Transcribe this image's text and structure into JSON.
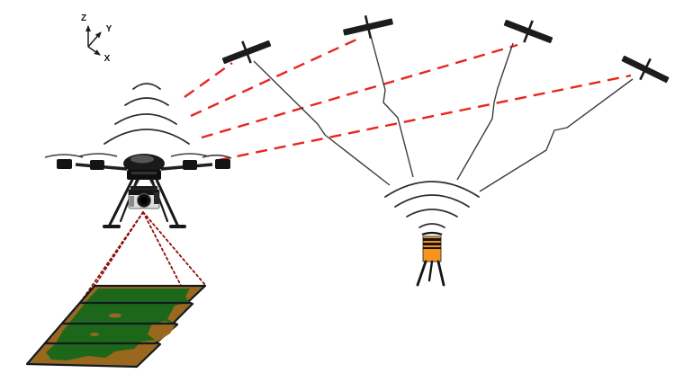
{
  "diagram": {
    "axes": {
      "z": "Z",
      "y": "Y",
      "x": "X"
    },
    "colors": {
      "ink": "#1c1c1c",
      "uav_satellite_link": "#e8261c",
      "base_satellite_link": "#3c3c3c",
      "signal_arc": "#2e2e2e",
      "camera_footprint": "#8e0f0a",
      "field_soil": "#9a671f",
      "field_crop": "#1d671a",
      "field_border": "#121a22",
      "receiver_orange": "#f7941e"
    },
    "elements": {
      "satellite_count": "4",
      "uav": "uav-with-camera",
      "base_station": "gnss-receiver-on-tripod",
      "field": "survey-field-with-flight-strips"
    }
  }
}
